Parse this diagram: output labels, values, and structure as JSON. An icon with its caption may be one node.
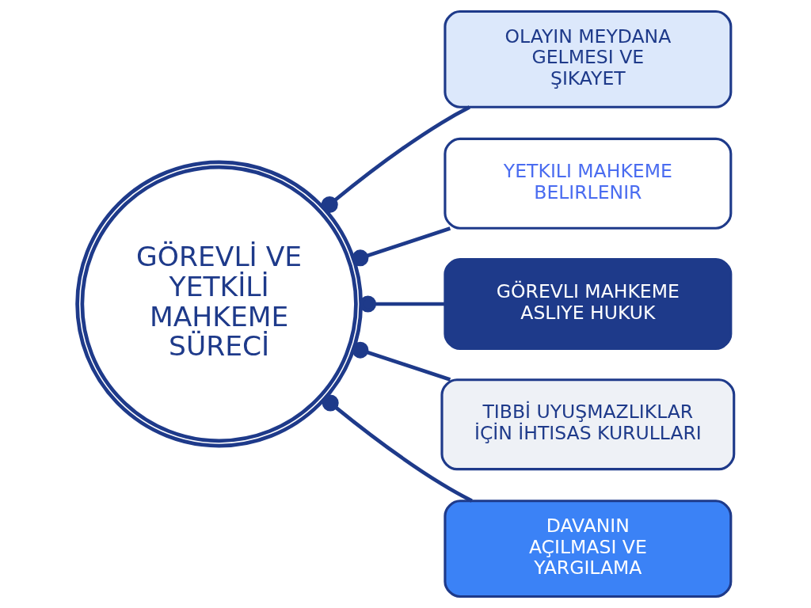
{
  "diagram": {
    "nodes": [
      {
        "text": [
          "GÖREVLİ VE YETKİLİ MAHKEME SÜRECİ"
        ]
      },
      {
        "text": [
          "OLAYIN MEYDANA GELMESI VE ŞIKAYET"
        ]
      },
      {
        "text": [
          "YETKILI MAHKEME BELIRLENIR"
        ]
      },
      {
        "text": [
          "GÖREVLI MAHKEME ASLIYE HUKUK"
        ]
      },
      {
        "text": [
          "TIBBİ UYUŞMAZLIKLAR İÇİN İHTISAS KURULLARI"
        ]
      },
      {
        "text": [
          "DAVANIN AÇILMASI VE YARGILAMA"
        ]
      }
    ],
    "edges": [
      {
        "from": 0,
        "to": 1,
        "arrow": "other"
      },
      {
        "from": 0,
        "to": 2,
        "arrow": "other"
      },
      {
        "from": 0,
        "to": 3,
        "arrow": "other"
      },
      {
        "from": 0,
        "to": 4,
        "arrow": "other"
      },
      {
        "from": 0,
        "to": 5,
        "arrow": "other"
      }
    ]
  }
}
